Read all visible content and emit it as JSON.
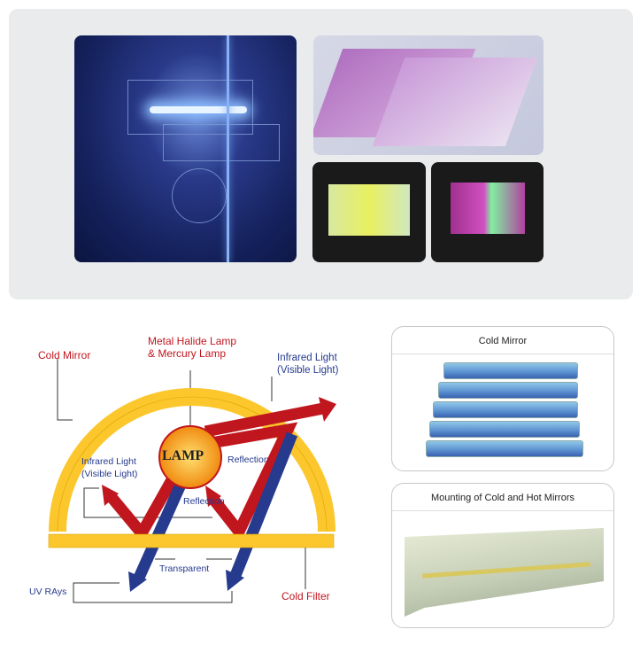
{
  "diagram": {
    "cold_mirror": "Cold Mirror",
    "lamp_type_1": "Metal Halide Lamp",
    "lamp_type_2": "& Mercury Lamp",
    "infrared_right_1": "Infrared Light",
    "infrared_right_2": "(Visible Light)",
    "infrared_left_1": "Infrared Light",
    "infrared_left_2": "(Visible Light)",
    "lamp": "LAMP",
    "reflection_1": "Reflection",
    "reflection_2": "Reflection",
    "transparent": "Transparent",
    "uv": "UV RAys",
    "cold_filter": "Cold Filter"
  },
  "cards": [
    {
      "title": "Cold Mirror"
    },
    {
      "title": "Mounting of Cold and Hot Mirrors"
    }
  ],
  "colors": {
    "red": "#c0161e",
    "blue": "#263a8e",
    "yellow": "#fcc72c"
  }
}
